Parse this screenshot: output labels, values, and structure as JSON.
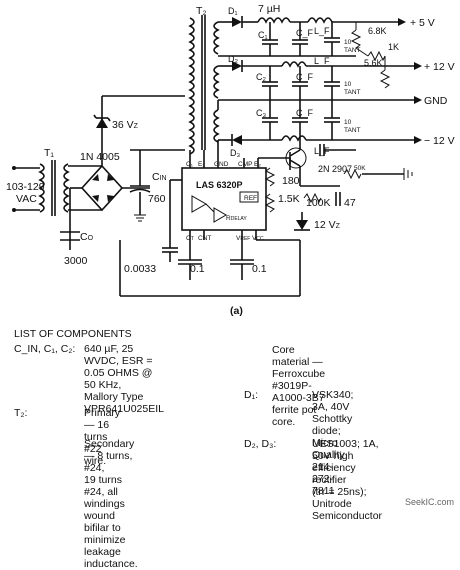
{
  "schematic": {
    "labels": {
      "t2": "T₂",
      "d1": "D₁",
      "d2": "D₂",
      "d3": "D₃",
      "l_top": "7 µH",
      "lf1": "L_F",
      "lf2": "L_F",
      "lf3": "L_F",
      "c1": "C₁",
      "c2": "C₂",
      "c3": "C₃",
      "cf1": "C_F",
      "cf2": "C_F",
      "cf3": "C_F",
      "tant1": "10\nTANT",
      "tant2": "10\nTANT",
      "tant3": "10\nTANT",
      "out1": "+ 5 V",
      "out2": "+ 12 V",
      "out3": "GND",
      "out4": "− 12 V",
      "r68k": "6.8K",
      "r1k": "1K",
      "r56k": "5.6K",
      "zener36": "36 V_Z",
      "t1": "T₁",
      "bridge": "1N 4005",
      "vac": "103-129\nVAC",
      "cin": "C_IN",
      "c760": "760",
      "co": "C_O",
      "c3000": "3000",
      "ic": "LAS 6320P",
      "r180": "180",
      "r15k": "1.5K",
      "r100k": "100K",
      "c47": "47",
      "r50k": "50K",
      "q": "2N 2907",
      "zener12": "12 V_Z",
      "c0033": "0.0033",
      "c01a": "0.1",
      "c01b": "0.1",
      "caption": "(a)",
      "pins": [
        "C₁",
        "E₁",
        "GND",
        "CMP",
        "E₂",
        "C₂",
        "CNT",
        "C_T",
        "V_REF",
        "V_CC",
        "R_DELAY",
        "REF"
      ]
    }
  },
  "components": {
    "title": "LIST OF COMPONENTS",
    "cin_label": "C_IN, C₁, C₂:",
    "cin_text": "640 µF, 25 WVDC, ESR =\n0.05 OHMS @ 50 KHz,\nMallory Type\nVPR641U025EIL",
    "t2_label": "T₂:",
    "t2_primary": "Primary — 16 turns #22\nwire.",
    "t2_secondary": "Secondary — 8 turns, #24,\n19 turns #24, all windings\nwound bifilar to minimize\nleakage inductance.",
    "core_text": "Core material —\n   Ferroxcube #3019P-\n   A1000-3B7 ferrite pot core.",
    "d1_label": "D₁:",
    "d1_text": "VSK340; 3A, 40V Schottky\ndiode; Micro Quality\n214-272-7811",
    "d23_label": "D₂, D₃:",
    "d23_text": "UES1003; 1A, 50V high\nefficiency rectifier\n(trr = 25ns); Unitrode\nSemiconductor"
  },
  "watermark": "SeekIC.com"
}
